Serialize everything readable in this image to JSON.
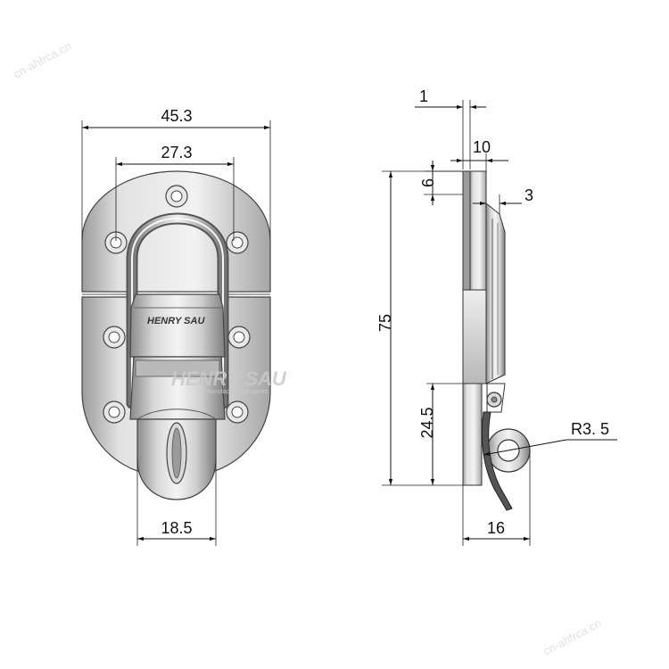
{
  "drawing": {
    "front_view": {
      "overall_width": "45.3",
      "hole_spacing": "27.3",
      "hasp_width": "18.5",
      "logo_small": "HENRY SAU",
      "logo_large": "HENRY SAU",
      "logo_tagline": "Manufacturing Experts"
    },
    "side_view": {
      "plate_thickness": "1",
      "top_offset": "10",
      "top_height": "6",
      "step": "3",
      "overall_height": "75",
      "hinge_height": "24.5",
      "radius": "R3. 5",
      "depth": "16"
    },
    "watermark": {
      "top_left": "cn-ahfrca.cn",
      "bottom_right": "cn-ahfrca.cn"
    }
  }
}
